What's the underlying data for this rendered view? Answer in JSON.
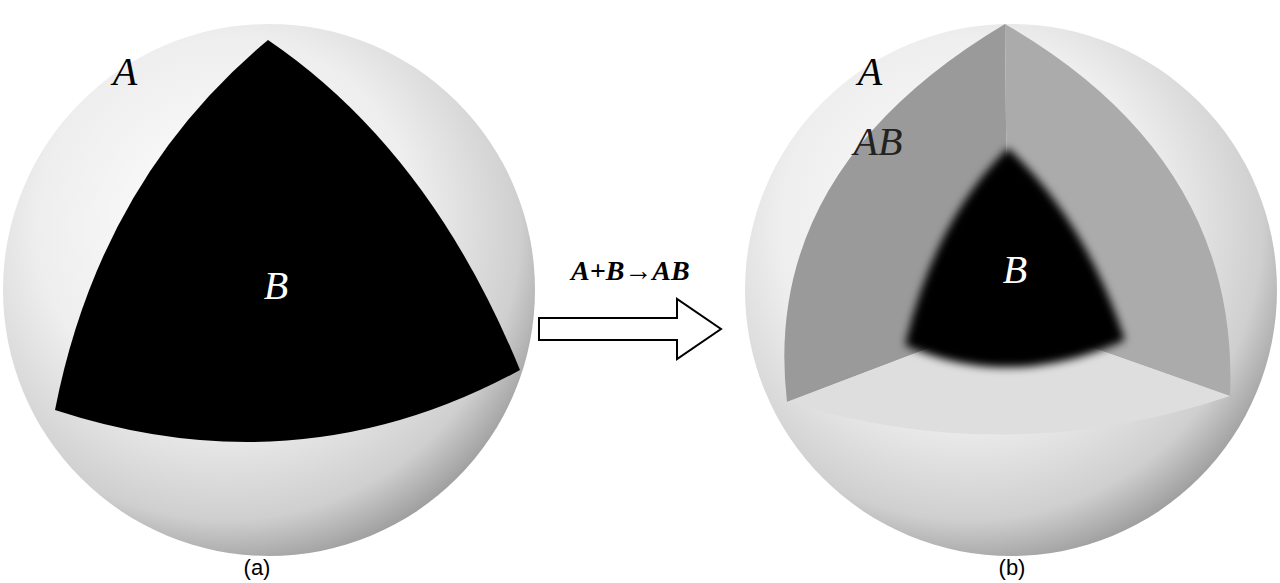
{
  "diagram": {
    "nodes": [
      {
        "text": [
          "A",
          "B"
        ]
      },
      {
        "text": [
          "A",
          "AB",
          "B"
        ]
      }
    ],
    "edges": [
      {
        "from": 0,
        "to": 1,
        "label": "A+B→AB",
        "arrow": "to"
      }
    ],
    "labels": [
      "(a)",
      "(b)"
    ]
  }
}
